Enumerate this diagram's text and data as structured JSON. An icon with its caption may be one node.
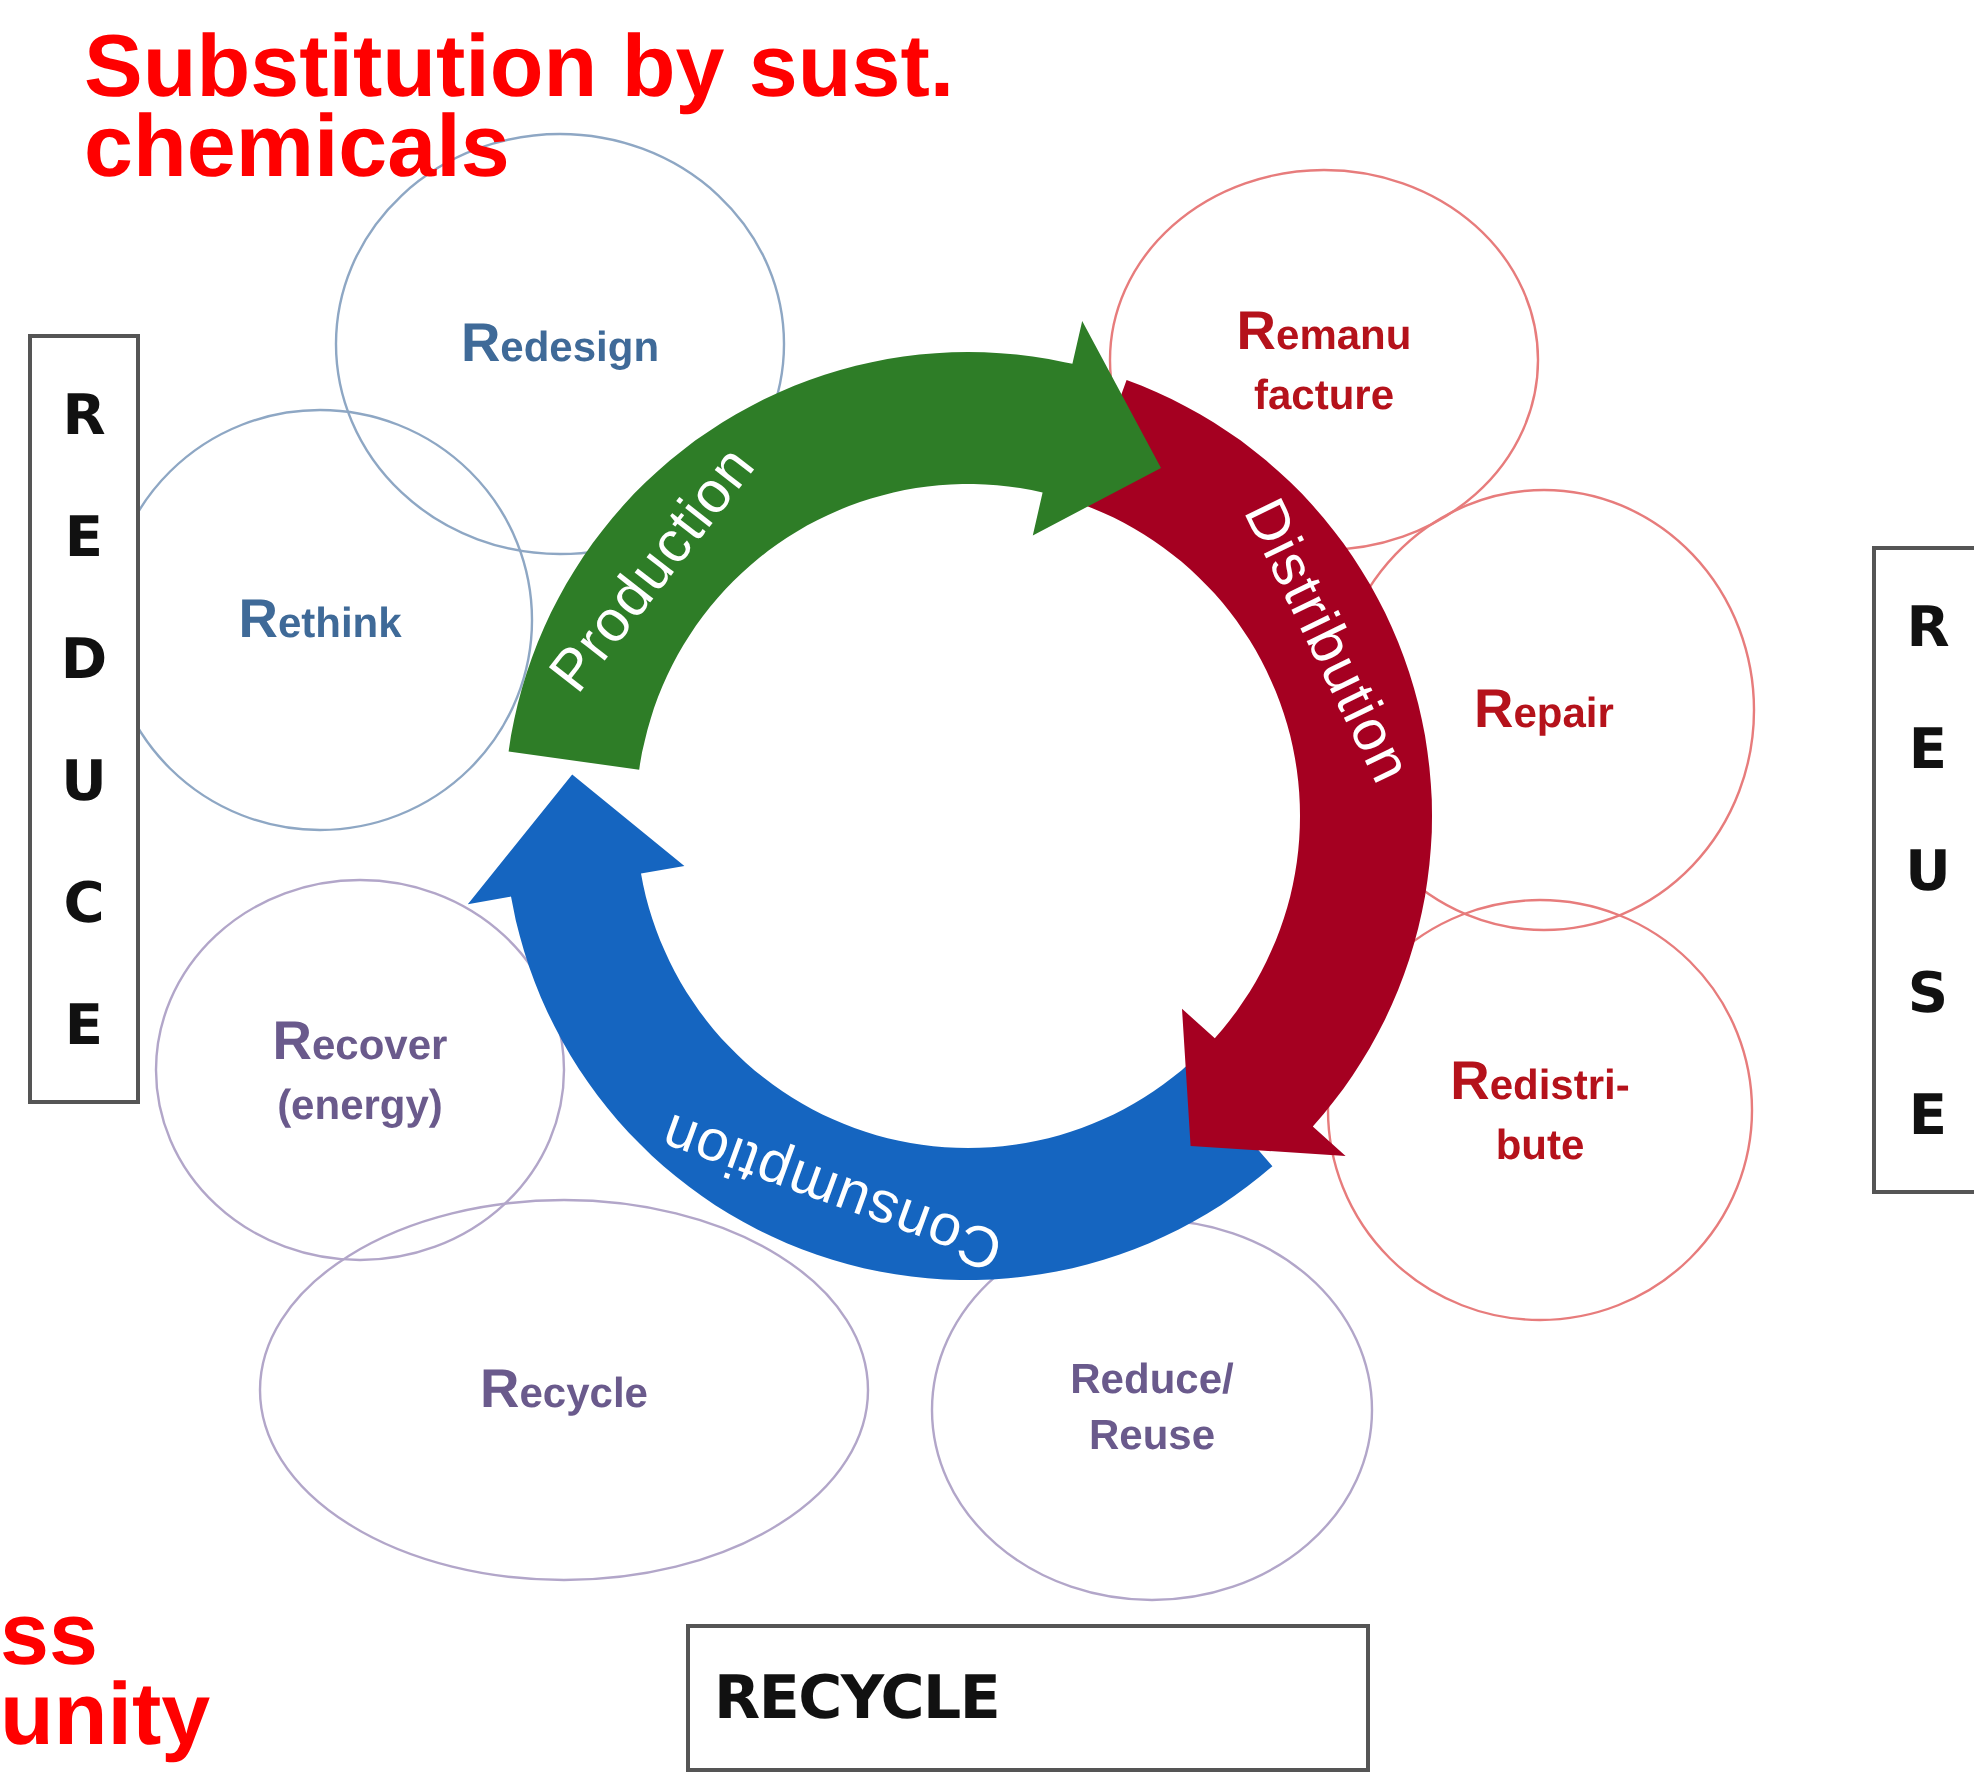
{
  "diagram": {
    "nodes": [
      {
        "text": [
          "**R**edesign"
        ]
      },
      {
        "text": [
          "**R**ethink"
        ]
      },
      {
        "text": [
          "REDUCE"
        ]
      },
      {
        "text": [
          "**R**emanu facture"
        ]
      },
      {
        "text": [
          "Production"
        ]
      },
      {
        "text": [
          "Distribution"
        ]
      },
      {
        "text": [
          "**R**epair"
        ]
      },
      {
        "text": [
          "REUSE"
        ]
      },
      {
        "text": [
          "**R**ecover (energy)"
        ]
      },
      {
        "text": [
          "Consumption"
        ]
      },
      {
        "text": [
          "**R**edistri- bute"
        ]
      },
      {
        "text": [
          "**R**ecycle"
        ]
      },
      {
        "text": [
          "Reduce/ Reuse"
        ]
      },
      {
        "text": [
          "RECYCLE"
        ]
      }
    ],
    "labels": [
      "Substitution by sust. chemicals",
      "ss unity"
    ]
  }
}
